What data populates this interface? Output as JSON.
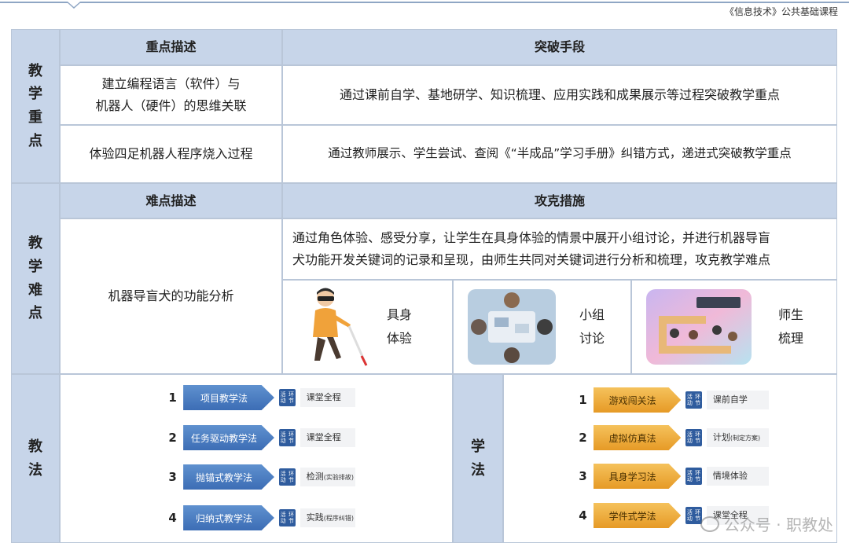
{
  "header_note": "《信息技术》公共基础课程",
  "key_points": {
    "side_label": [
      "教",
      "学",
      "重",
      "点"
    ],
    "col1_header": "重点描述",
    "col2_header": "突破手段",
    "rows": [
      {
        "desc_line1": "建立编程语言（软件）与",
        "desc_line2": "机器人（硬件）的思维关联",
        "means": "通过课前自学、基地研学、知识梳理、应用实践和成果展示等过程突破教学重点"
      },
      {
        "desc_line1": "体验四足机器人程序烧入过程",
        "desc_line2": "",
        "means": "通过教师展示、学生尝试、查阅《“半成品”学习手册》纠错方式，递进式突破教学重点"
      }
    ]
  },
  "difficulties": {
    "side_label": [
      "教",
      "学",
      "难",
      "点"
    ],
    "col1_header": "难点描述",
    "col2_header": "攻克措施",
    "desc": "机器导盲犬的功能分析",
    "measure_line1": "通过角色体验、感受分享，让学生在具身体验的情景中展开小组讨论，并进行机器导盲",
    "measure_line2": "犬功能开发关键词的记录和呈现，由师生共同对关键词进行分析和梳理，攻克教学难点",
    "illustrations": [
      {
        "icon": "blind-person-icon",
        "label1": "具身",
        "label2": "体验"
      },
      {
        "icon": "group-discussion-icon",
        "label1": "小组",
        "label2": "讨论"
      },
      {
        "icon": "teacher-student-icon",
        "label1": "师生",
        "label2": "梳理"
      }
    ]
  },
  "teaching_methods": {
    "side_label": [
      "教",
      "法"
    ],
    "tag": [
      "活动",
      "环节"
    ],
    "items": [
      {
        "num": "1",
        "method": "项目教学法",
        "stage": "课堂全程",
        "stage_note": ""
      },
      {
        "num": "2",
        "method": "任务驱动教学法",
        "stage": "课堂全程",
        "stage_note": ""
      },
      {
        "num": "3",
        "method": "抛锚式教学法",
        "stage": "检测",
        "stage_note": "(实验排故)"
      },
      {
        "num": "4",
        "method": "归纳式教学法",
        "stage": "实践",
        "stage_note": "(程序纠错)"
      }
    ]
  },
  "learning_methods": {
    "side_label": [
      "学",
      "法"
    ],
    "tag": [
      "活动",
      "环节"
    ],
    "items": [
      {
        "num": "1",
        "method": "游戏闯关法",
        "stage": "课前自学",
        "stage_note": ""
      },
      {
        "num": "2",
        "method": "虚拟仿真法",
        "stage": "计划",
        "stage_note": "(制定方案)"
      },
      {
        "num": "3",
        "method": "具身学习法",
        "stage": "情境体验",
        "stage_note": ""
      },
      {
        "num": "4",
        "method": "学件式学法",
        "stage": "课堂全程",
        "stage_note": ""
      }
    ]
  },
  "watermark": "公众号 · 职教处",
  "colors": {
    "header_bg": "#c7d5e9",
    "border": "#b9c6d8",
    "blue_arrow": "#3c6db5",
    "gold_arrow": "#e69a26"
  }
}
